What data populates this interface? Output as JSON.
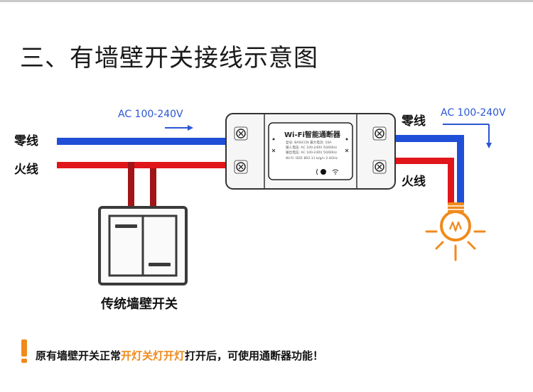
{
  "title": "三、有墙壁开关接线示意图",
  "labels": {
    "neutral_left": "零线",
    "live_left": "火线",
    "neutral_right": "零线",
    "live_right": "火线",
    "ac_left": "AC 100-240V",
    "ac_right": "AC 100-240V",
    "switch_caption": "传统墙壁开关"
  },
  "module": {
    "title": "Wi-Fi智能通断器",
    "spec_lines": [
      "型号: BASICCN    最大电流: 10A",
      "输入电压: AC 100-240V 50/60Hz",
      "输出电压: AC 100-240V 50/60Hz",
      "Wi-Fi:  IEEE 802.11 b/g/n 2.4GHz"
    ]
  },
  "note": {
    "prefix": "原有墙壁开关正常",
    "highlight": "开灯关灯开灯",
    "suffix": "打开后，可使用通断器功能！"
  },
  "colors": {
    "neutral_wire": "#1f4fd6",
    "live_wire": "#e0161b",
    "accent": "#f08a1c",
    "ac_text": "#2a56d4"
  }
}
